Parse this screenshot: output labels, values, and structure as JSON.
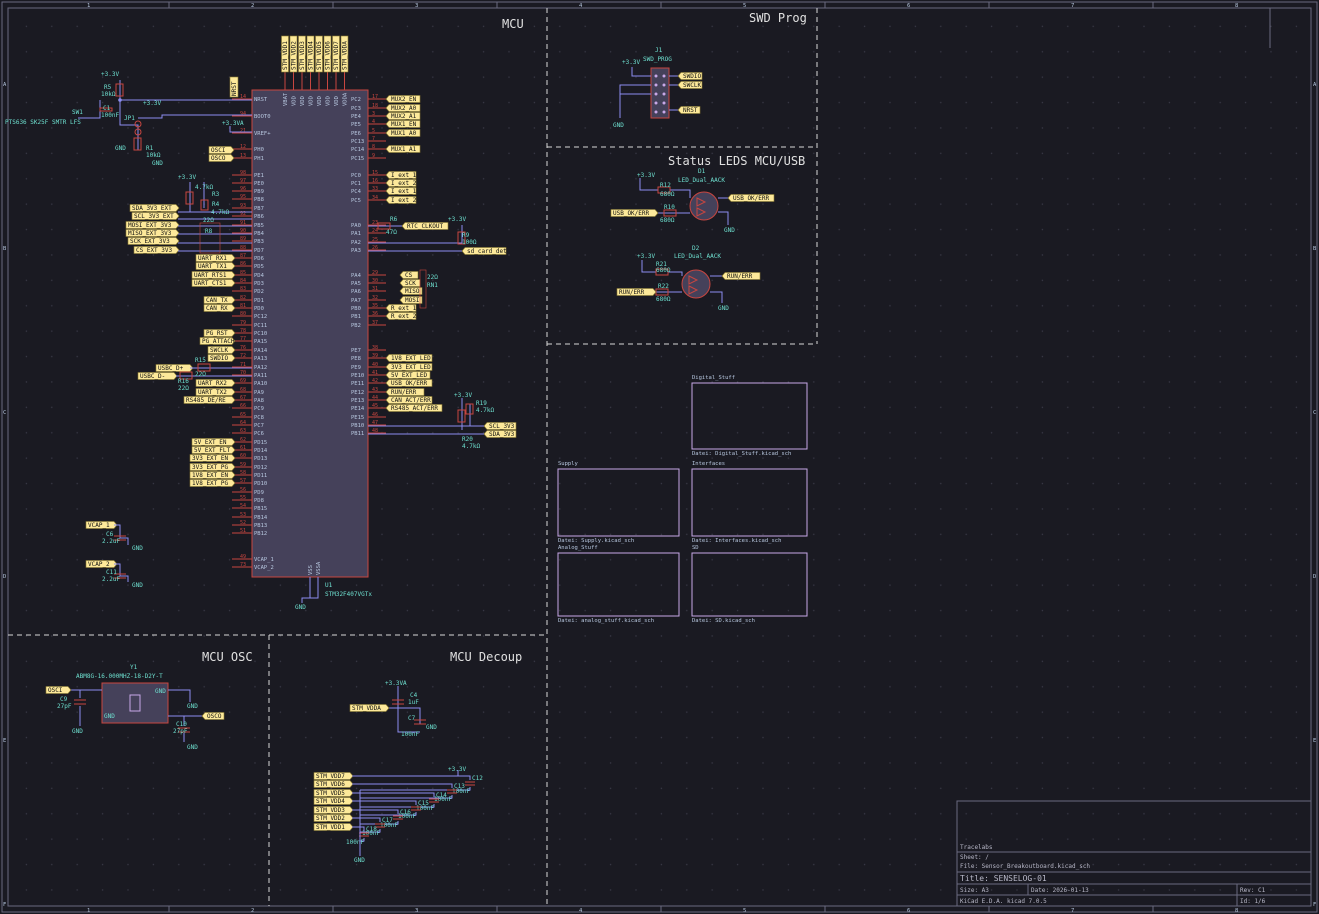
{
  "sections": {
    "mcu": "MCU",
    "swd": "SWD Prog",
    "leds": "Status LEDS MCU/USB",
    "osc": "MCU OSC",
    "decoup": "MCU Decoup"
  },
  "mcu": {
    "ref": "U1",
    "part": "STM32F407VGTx",
    "left_pins": [
      "NRST",
      "BOOT0",
      "VREF+",
      "PH0",
      "PH1",
      "PE1",
      "PE0",
      "PB9",
      "PB8",
      "PB7",
      "PB6",
      "PB5",
      "PB4",
      "PB3",
      "PD7",
      "PD6",
      "PD5",
      "PD4",
      "PD3",
      "PD2",
      "PD1",
      "PD0",
      "PC12",
      "PC11",
      "PC10",
      "PA15",
      "PA14",
      "PA13",
      "PA12",
      "PA11",
      "PA10",
      "PA9",
      "PA8",
      "PC9",
      "PC8",
      "PC7",
      "PC6",
      "PD15",
      "PD14",
      "PD13",
      "PD12",
      "PD11",
      "PD10",
      "PD9",
      "PD8",
      "PB15",
      "PB14",
      "PB13",
      "PB12",
      "VCAP_1",
      "VCAP_2"
    ],
    "left_pin_numbers": [
      "14",
      "94",
      "21",
      "12",
      "13",
      "98",
      "97",
      "96",
      "95",
      "93",
      "92",
      "91",
      "90",
      "89",
      "88",
      "87",
      "86",
      "85",
      "84",
      "83",
      "82",
      "81",
      "80",
      "79",
      "78",
      "77",
      "76",
      "72",
      "71",
      "70",
      "69",
      "68",
      "67",
      "66",
      "65",
      "64",
      "63",
      "62",
      "61",
      "60",
      "59",
      "58",
      "57",
      "56",
      "55",
      "54",
      "53",
      "52",
      "51",
      "49",
      "73"
    ],
    "right_pins": [
      "PC2",
      "PC3",
      "PE4",
      "PE5",
      "PE6",
      "PC13",
      "PC14",
      "PC15",
      "PC0",
      "PC1",
      "PC4",
      "PC5",
      "PA0",
      "PA1",
      "PA2",
      "PA3",
      "PA4",
      "PA5",
      "PA6",
      "PA7",
      "PB0",
      "PB1",
      "PB2",
      "PE7",
      "PE8",
      "PE9",
      "PE10",
      "PE11",
      "PE12",
      "PE13",
      "PE14",
      "PE15",
      "PB10",
      "PB11"
    ],
    "right_pin_numbers": [
      "17",
      "18",
      "3",
      "4",
      "5",
      "7",
      "8",
      "9",
      "15",
      "16",
      "33",
      "34",
      "23",
      "24",
      "25",
      "26",
      "29",
      "30",
      "31",
      "32",
      "35",
      "36",
      "37",
      "38",
      "39",
      "40",
      "41",
      "42",
      "43",
      "44",
      "45",
      "46",
      "47",
      "48"
    ],
    "top_pins": [
      "VBAT",
      "VDD",
      "VDD",
      "VDD",
      "VDD",
      "VDD",
      "VDD",
      "VDDA"
    ],
    "top_labels": [
      "STM_VDD1",
      "STM_VDD2",
      "STM_VDD3",
      "STM_VDD4",
      "STM_VDD5",
      "STM_VDD6",
      "STM_VDD7",
      "STM_VDDA"
    ],
    "bottom_pins": [
      "VSS",
      "VSSA"
    ]
  },
  "left_labels": [
    "NRST",
    "OSCI",
    "OSCO",
    "SDA_3V3_EXT",
    "SCL_3V3_EXT",
    "MOSI_EXT_3V3",
    "MISO_EXT_3V3",
    "SCK_EXT_3V3",
    "CS_EXT_3V3",
    "UART_RX1",
    "UART_TX1",
    "UART_RTS1",
    "UART_CTS1",
    "CAN_TX",
    "CAN_RX",
    "PG_RST",
    "PG_ATTACH",
    "SWCLK",
    "SWDIO",
    "USBC_D+",
    "USBC_D-",
    "UART_RX2",
    "UART_TX2",
    "RS485_DE/RE",
    "5V_EXT_EN",
    "5V_EXT_FLT",
    "3V3_EXT_EN",
    "3V3_EXT_PG",
    "1V8_EXT_EN",
    "1V8_EXT_PG",
    "VCAP_1",
    "VCAP_2"
  ],
  "right_labels": [
    "MUX2_EN",
    "MUX2_A0",
    "MUX2_A1",
    "MUX1_EN",
    "MUX1_A0",
    "MUX1_A1",
    "I_ext_1",
    "I_ext_2",
    "I_ext_1",
    "I_ext_2",
    "RTC_CLKOUT",
    "sd_card_det",
    "CS",
    "SCK",
    "MISO",
    "MOSI",
    "R_ext_1",
    "R_ext_2",
    "1V8_EXT_LED",
    "3V3_EXT_LED",
    "5V_EXT_LED",
    "USB_OK/ERR",
    "RUN/ERR",
    "CAN_ACT/ERR",
    "RS485_ACT/ERR",
    "SCL_3V3",
    "SDA_3V3"
  ],
  "components": {
    "r5": [
      "R5",
      "10kΩ"
    ],
    "c1": [
      "C1",
      "100nF"
    ],
    "sw1": [
      "SW1",
      "PTS636 SK25F SMTR LFS"
    ],
    "jp1": [
      "JP1"
    ],
    "r1": [
      "R1",
      "10kΩ"
    ],
    "r3": [
      "R3",
      "4.7kΩ"
    ],
    "r4": [
      "R4",
      "4.7kΩ"
    ],
    "r8": [
      "R8",
      "22Ω"
    ],
    "r6": [
      "R6",
      "47Ω"
    ],
    "r9": [
      "R9",
      "100Ω"
    ],
    "rn": [
      "RN1",
      "22Ω"
    ],
    "r15": [
      "R15",
      "22Ω"
    ],
    "r16": [
      "R16",
      "22Ω"
    ],
    "r19": [
      "R19",
      "4.7kΩ"
    ],
    "r20": [
      "R20",
      "4.7kΩ"
    ],
    "c6": [
      "C6",
      "2.2uF"
    ],
    "c11": [
      "C11",
      "2.2uF"
    ]
  },
  "power": {
    "v33": "+3.3V",
    "v33a": "+3.3VA",
    "gnd": "GND"
  },
  "swd": {
    "ref": "J1",
    "part": "SWD_PROG",
    "labels": [
      "SWDIO",
      "SWCLK",
      "NRST"
    ]
  },
  "leds": {
    "d1": {
      "ref": "D1",
      "part": "LED_Dual_AACK",
      "r_top": [
        "R12",
        "680Ω"
      ],
      "r_bot": [
        "R10",
        "680Ω"
      ],
      "label_in": "USB_OK/ERR",
      "label_out": "USB_OK/ERR"
    },
    "d2": {
      "ref": "D2",
      "part": "LED_Dual_AACK",
      "r_top": [
        "R21",
        "680Ω"
      ],
      "r_bot": [
        "R22",
        "680Ω"
      ],
      "label_in": "RUN/ERR",
      "label_out": "RUN/ERR"
    }
  },
  "osc": {
    "ref": "Y1",
    "part": "ABM8G-16.000MHZ-18-D2Y-T",
    "c_left": [
      "C9",
      "27pF"
    ],
    "c_right": [
      "C10",
      "27pF"
    ],
    "labels": [
      "OSCI",
      "OSCO"
    ]
  },
  "decoup": {
    "vdda_label": "STM_VDDA",
    "c_vdda": [
      [
        "C4",
        "1uF"
      ],
      [
        "C7",
        "100nF"
      ]
    ],
    "vdd_labels": [
      "STM_VDD7",
      "STM_VDD6",
      "STM_VDD5",
      "STM_VDD4",
      "STM_VDD3",
      "STM_VDD2",
      "STM_VDD1"
    ],
    "caps": [
      [
        "C12",
        "100nF"
      ],
      [
        "C13",
        "100nF"
      ],
      [
        "C14",
        "100nF"
      ],
      [
        "C15",
        "100nF"
      ],
      [
        "C16",
        "100nF"
      ],
      [
        "C17",
        "100nF"
      ],
      [
        "C18",
        "100nF"
      ]
    ]
  },
  "sheets": [
    {
      "name": "Digital_Stuff",
      "file": "Datei: Digital_Stuff.kicad_sch"
    },
    {
      "name": "Supply",
      "file": "Datei: Supply.kicad_sch"
    },
    {
      "name": "Interfaces",
      "file": "Datei: Interfaces.kicad_sch"
    },
    {
      "name": "Analog_Stuff",
      "file": "Datei: analog_stuff.kicad_sch"
    },
    {
      "name": "SD",
      "file": "Datei: SD.kicad_sch"
    }
  ],
  "titleblock": {
    "company": "Tracelabs",
    "sheet": "Sheet: /",
    "file": "File: Sensor_Breakoutboard.kicad_sch",
    "title": "Title: SENSELOG-01",
    "size": "Size: A3",
    "date": "Date: 2026-01-13",
    "rev": "Rev: C1",
    "tool": "KiCad E.D.A.  kicad 7.0.5",
    "id": "Id: 1/6"
  },
  "border": {
    "cols": [
      "1",
      "2",
      "3",
      "4",
      "5",
      "6",
      "7",
      "8"
    ],
    "rows": [
      "A",
      "B",
      "C",
      "D",
      "E",
      "F"
    ]
  }
}
